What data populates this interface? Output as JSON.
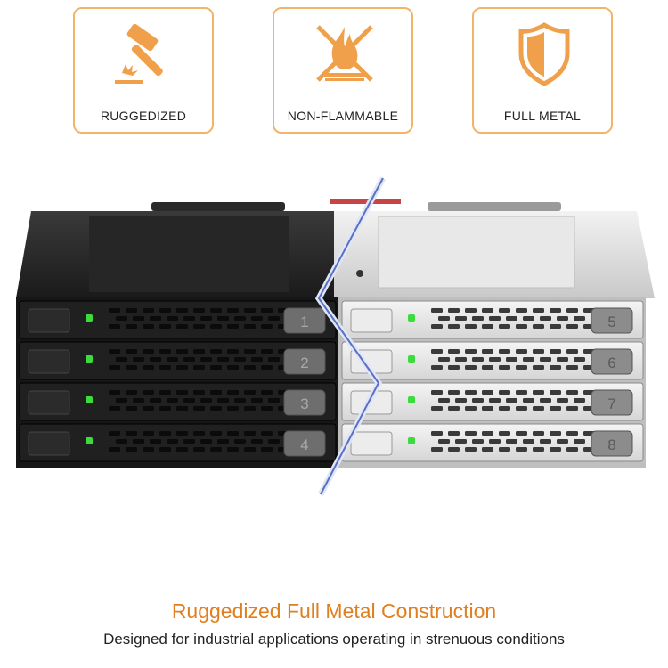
{
  "badges": [
    {
      "label": "RUGGEDIZED",
      "icon": "hammer-icon"
    },
    {
      "label": "NON-FLAMMABLE",
      "icon": "no-fire-icon"
    },
    {
      "label": "FULL METAL",
      "icon": "shield-icon"
    }
  ],
  "product": {
    "bays_left": [
      "1",
      "2",
      "3",
      "4"
    ],
    "bays_right": [
      "5",
      "6",
      "7",
      "8"
    ]
  },
  "headline": "Ruggedized Full Metal Construction",
  "subline": "Designed for industrial applications operating in strenuous conditions",
  "colors": {
    "accent": "#e07f1f",
    "badge_border": "#f2b468",
    "text": "#222222"
  }
}
